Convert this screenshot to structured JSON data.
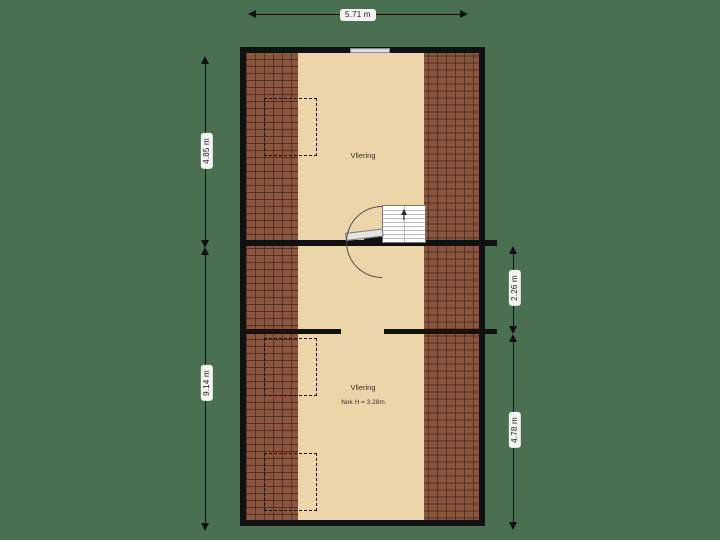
{
  "meta": {
    "background_color": "#4a7051",
    "plan_floor_color": "#edd5aa",
    "roof_hatch_color": "#8a5640",
    "wall_color": "#111111"
  },
  "dimensions": {
    "top": {
      "label": "5.71 m"
    },
    "left_upper": {
      "label": "4.85 m"
    },
    "left_full": {
      "label": "9.14 m"
    },
    "right_upper": {
      "label": "2.26 m"
    },
    "right_lower": {
      "label": "4.78 m"
    }
  },
  "rooms": [
    {
      "id": "vliering-upper",
      "name": "Vliering",
      "sub": ""
    },
    {
      "id": "vliering-lower",
      "name": "Vliering",
      "sub": "Nok H = 3.28m"
    }
  ],
  "features": {
    "window_top": {
      "name": "skylight-window"
    },
    "stairs": {
      "name": "staircase",
      "treads": 9
    },
    "hatch": {
      "name": "hatch-door"
    }
  }
}
